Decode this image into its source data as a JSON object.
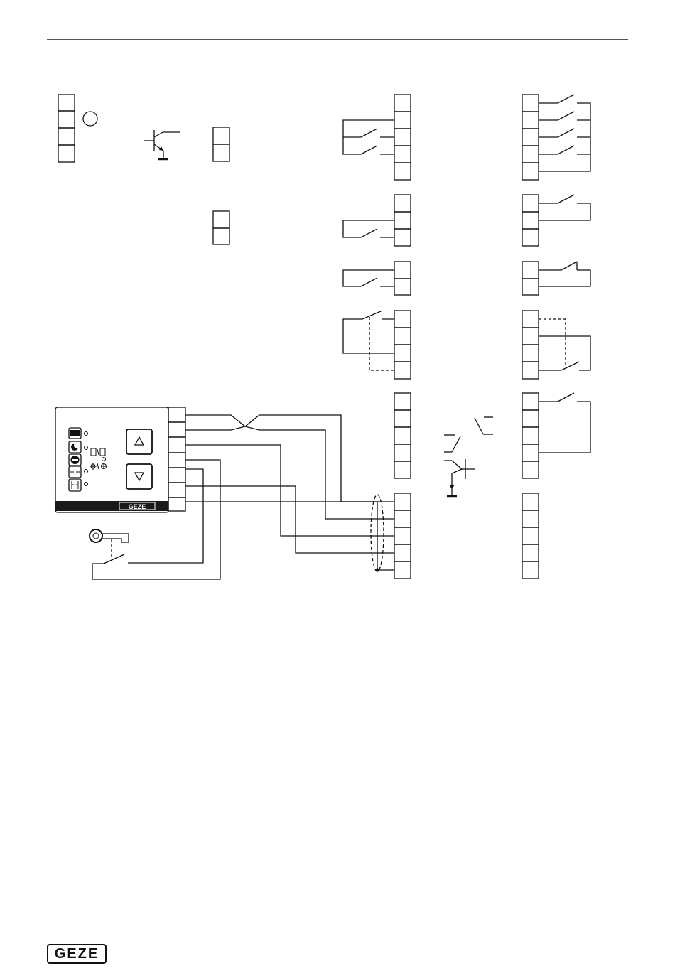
{
  "page": {
    "logo_text": "GEZE"
  },
  "diagram": {
    "panel": {
      "logo_text": "GEZE",
      "mode_buttons": [
        "off-mode",
        "night-mode",
        "exit-only-mode",
        "automatic-mode",
        "permanent-open-mode"
      ],
      "nav_buttons": [
        "up-arrow",
        "down-arrow"
      ]
    },
    "colors": {
      "line": "#111111",
      "panel_band": "#1a1a1a"
    }
  }
}
